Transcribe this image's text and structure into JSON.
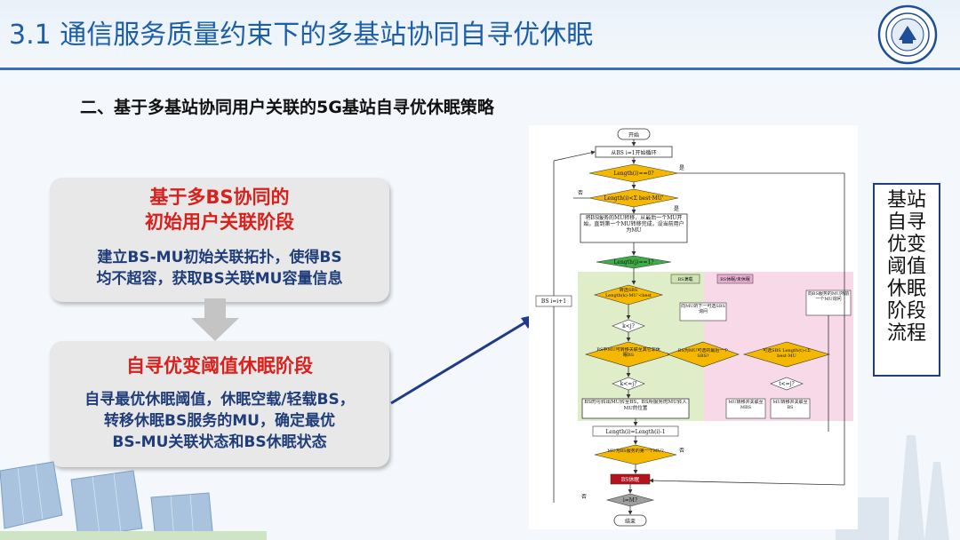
{
  "header": {
    "title": "3.1 通信服务质量约束下的多基站协同自寻优休眠"
  },
  "subtitle": "二、基于多基站协同用户关联的5G基站自寻优休眠策略",
  "stage1": {
    "head_line1": "基于多BS协同的",
    "head_line2": "初始用户关联阶段",
    "body_line1": "建立BS-MU初始关联拓扑，使得BS",
    "body_line2": "均不超容，获取BS关联MU容量信息"
  },
  "stage2": {
    "head": "自寻优变阈值休眠阶段",
    "body_line1": "自寻最优休眠阈值，休眠空载/轻载BS，",
    "body_line2": "转移休眠BS服务的MU，确定最优",
    "body_line3": "BS-MU关联状态和BS休眠状态"
  },
  "side_label": [
    "基站",
    "自寻",
    "优变",
    "阈值",
    "休眠",
    "阶段",
    "流程"
  ],
  "flowchart": {
    "start": "开始",
    "loop_start": "从BS i=1开始循环",
    "cond_len0": "Length(i)==0?",
    "cond_lenmu": "Length(i)<Σ best·MU'",
    "step_transfer": "将BS服务的MU转移，从最后一个MU开始，直到第一个MU转移完成，设当前用户为MU",
    "cond_lenj": "Length(j)==1?",
    "cond_sbs": "转选SBS Length(k)·MU'<best",
    "cond_k_lt_j": "k<j?",
    "cond_sbs_assoc": "BS中MU可转移关联至其它非休眠BS",
    "cond_k_le_j": "k<=j?",
    "step_sleep_report": "BS的可转出MU转至BS，BS所服务的MU转入MU的位置",
    "step_len_dec": "Length(i)=Length(i)-1",
    "cond_first_mu": "MU为BS服务的第一个MU?",
    "step_sleep": "BS休眠",
    "cond_end": "i=M?",
    "end": "结束",
    "box_next_sbs": "向MU的下一可选SBS询问",
    "cond_mbs_avail": "BS为MU可选的最后一个SBS?",
    "box_mu_to_mbs": "MU转移并关联至MBS",
    "cond_sbs_best": "可选SBS Length(t)<Σ best·MU",
    "cond_t_le_j": "t<=j?",
    "box_mu_to_bs": "MU转移并关联至BS",
    "box_ask_next_mu": "向BS服务的MU所前一个MU询问",
    "box_i_inc": "BS i=i+1",
    "legend_full": "BS满载",
    "legend_sleep": "BS休眠/未休眠",
    "yes": "是",
    "no": "否"
  },
  "colors": {
    "title_blue": "#1c5fa8",
    "header_rule": "#3d6db4",
    "card_red": "#d9201c",
    "card_navy": "#1e3d7a",
    "arrow_navy": "#1f3a8a",
    "diamond_yellow": "#f5b800",
    "panel_green": "#dfeec8",
    "panel_pink": "#f7d9e8",
    "sleep_red": "#b7121c",
    "terminal_green": "#3fae49"
  },
  "icons": {
    "logo": "university-seal-icon",
    "arrow_down": "arrow-down-icon",
    "arrow_diag": "arrow-right-diagonal-icon"
  }
}
